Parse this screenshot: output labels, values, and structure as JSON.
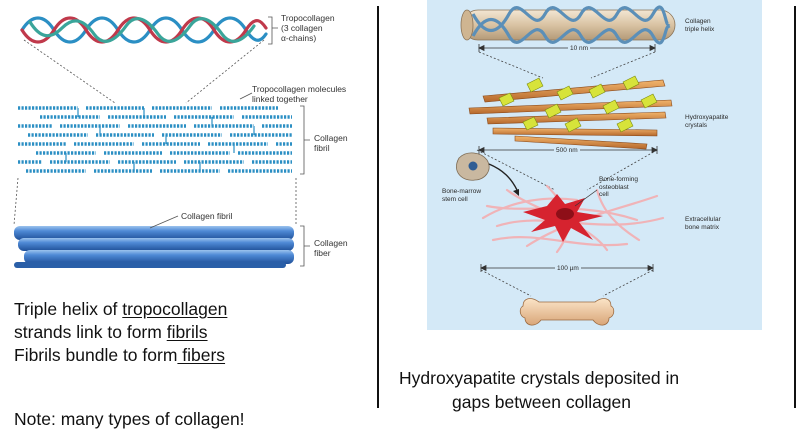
{
  "left_panel": {
    "labels": {
      "tropocollagen": "Tropocollagen\n(3 collagen\nα-chains)",
      "linked": "Tropocollagen molecules\nlinked together",
      "collagen_fibril_side": "Collagen\nfibril",
      "collagen_fibril": "Collagen fibril",
      "collagen_fiber": "Collagen\nfiber"
    },
    "caption": {
      "line1_pre": "Triple helix of ",
      "line1_u": "tropocollagen",
      "line2_pre": "strands link to form ",
      "line2_u": "fibrils",
      "line3_pre": "Fibrils bundle to form",
      "line3_u": " fibers",
      "note": "Note: many types of collagen!"
    }
  },
  "right_panel": {
    "background": "#d4e9f7",
    "labels": {
      "collagen_triple_helix": "Collagen\ntriple helix",
      "dim_10nm": "10 nm",
      "hydroxyapatite": "Hydroxyapatite\ncrystals",
      "dim_500nm": "500 nm",
      "bone_marrow": "Bone-marrow\nstem cell",
      "bone_forming": "Bone-forming\nosteoblast\ncell",
      "extracellular": "Extracellular\nbone matrix",
      "dim_100um": "100 µm"
    },
    "caption": {
      "line1": "Hydroxyapatite crystals deposited in",
      "line2": "gaps between collagen"
    }
  },
  "colors": {
    "helix_blue": "#2b8fc4",
    "helix_red": "#c0394b",
    "helix_teal": "#3aa59a",
    "fiber_blue": "#3d79c9",
    "osteoblast_red": "#d6232f",
    "crystal_green": "#d7e33a"
  }
}
